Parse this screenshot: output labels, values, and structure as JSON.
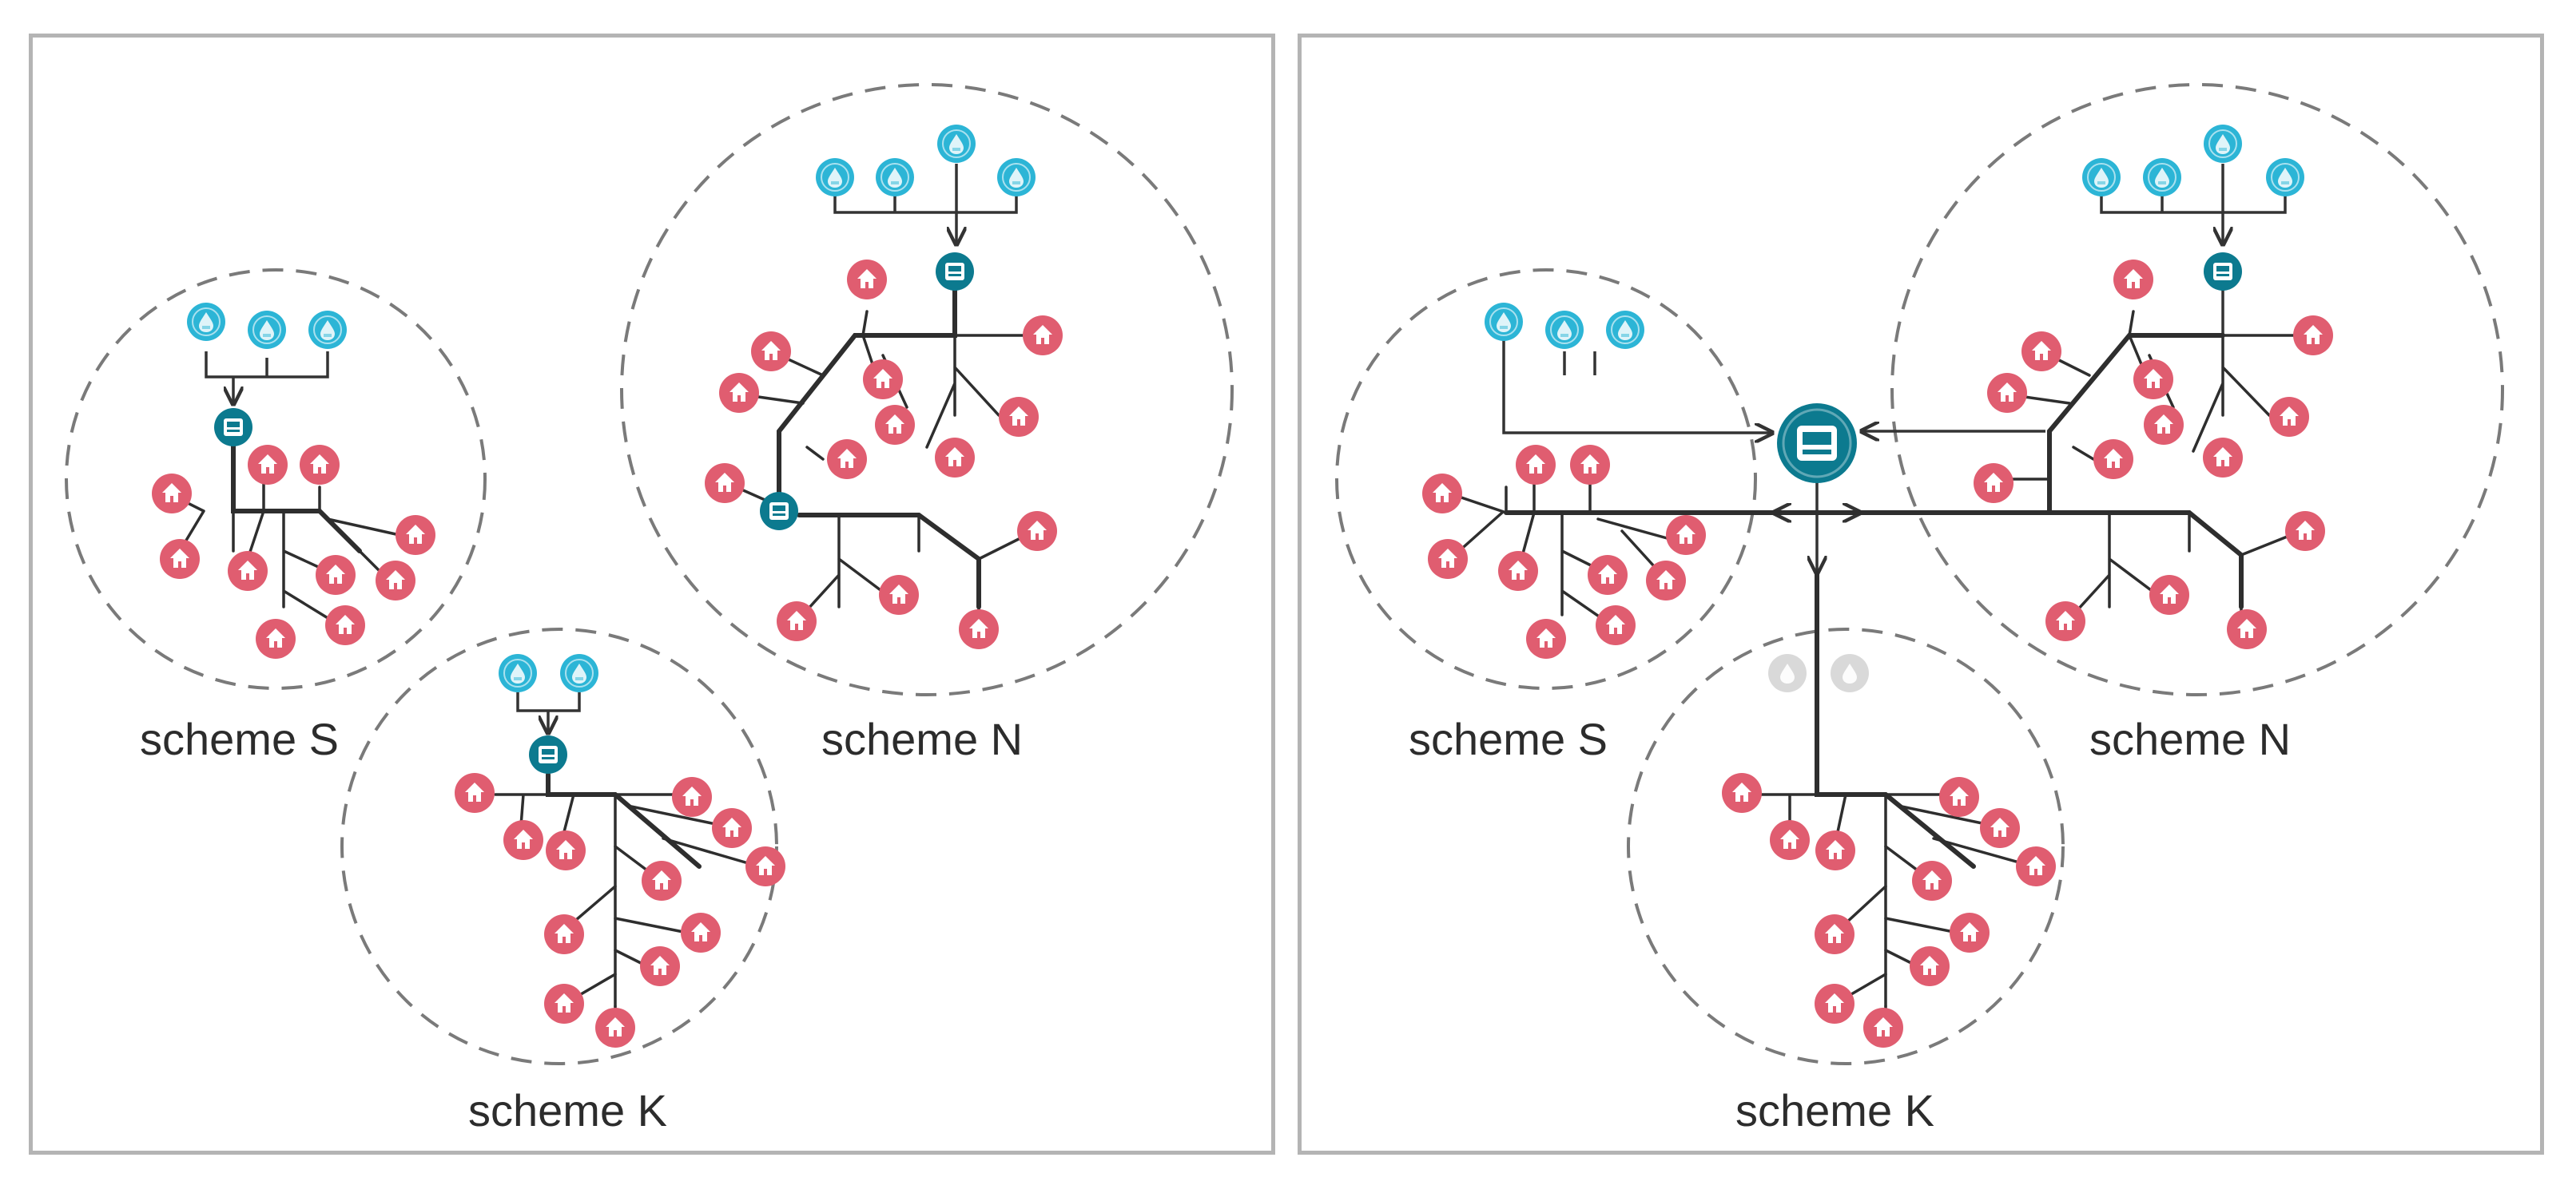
{
  "colors": {
    "background": "#ffffff",
    "panel_border": "#b4b4b4",
    "scheme_boundary": "#7a7a7a",
    "pipe": "#2e2e2e",
    "house": "#e05d70",
    "water_source": "#2cb5d6",
    "water_source_inactive": "#d9d9d9",
    "treatment_plant": "#0c7a8f",
    "label_text": "#2c2c2c"
  },
  "icons": {
    "house": "house-icon",
    "water_source": "water-drop-icon",
    "treatment_plant": "water-treatment-plant-icon"
  },
  "left_panel": {
    "scheme_s_label": "scheme S",
    "scheme_n_label": "scheme N",
    "scheme_k_label": "scheme K"
  },
  "right_panel": {
    "scheme_s_label": "scheme S",
    "scheme_n_label": "scheme N",
    "scheme_k_label": "scheme K"
  }
}
